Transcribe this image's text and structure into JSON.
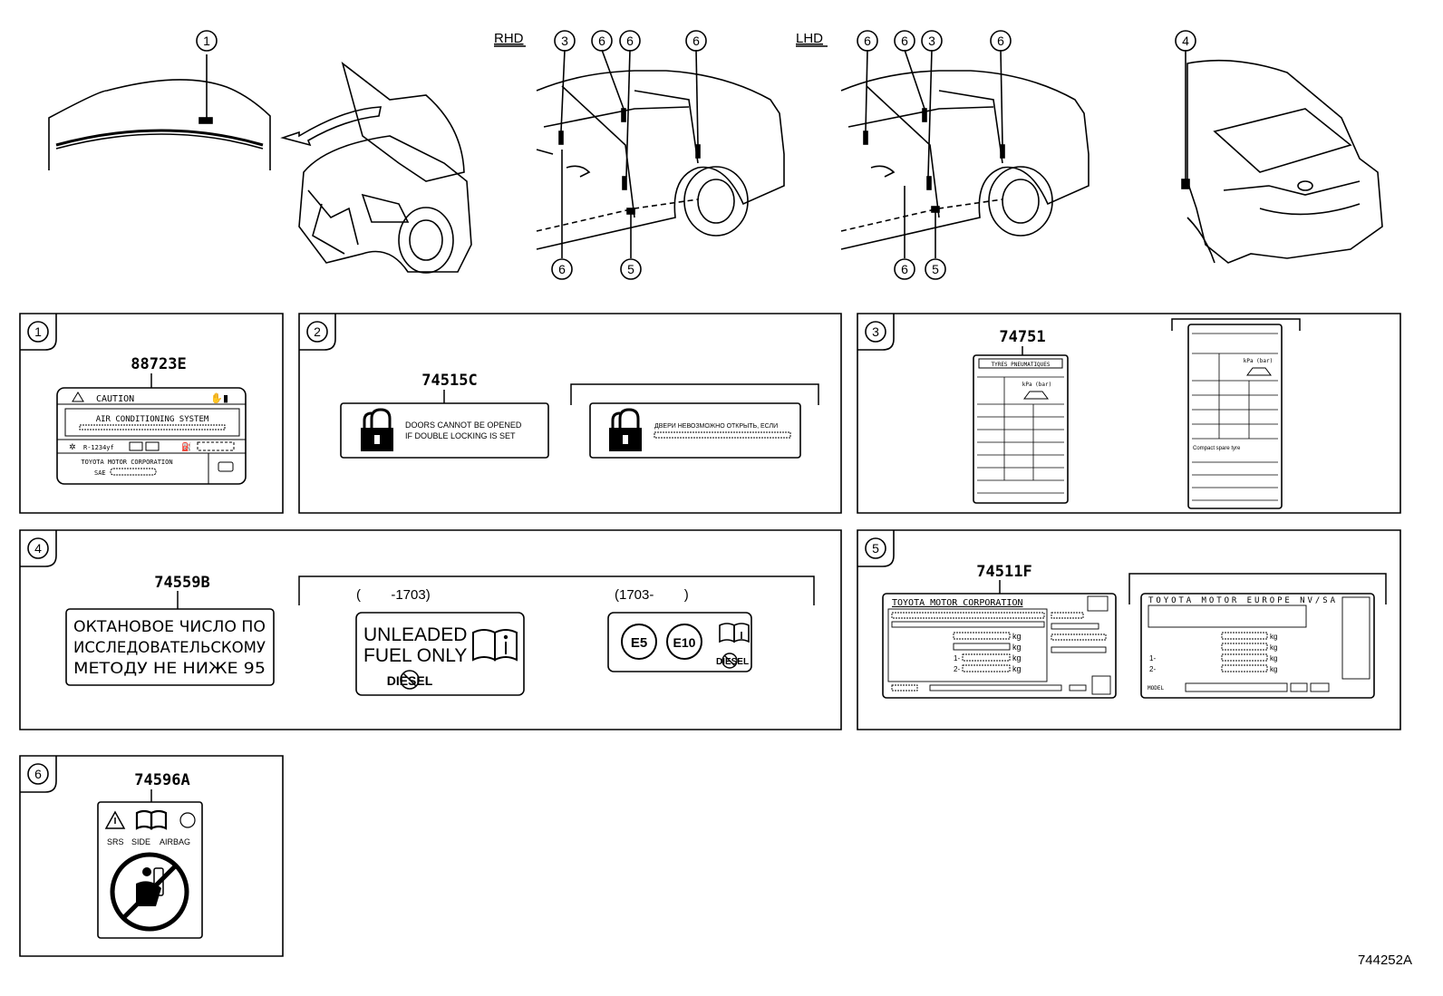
{
  "top": {
    "rhd_label": "RHD",
    "lhd_label": "LHD",
    "callouts": {
      "c1": "1",
      "c3": "3",
      "c4": "4",
      "c5": "5",
      "c6": "6"
    }
  },
  "panel1": {
    "num": "1",
    "part": "88723E",
    "caution": "CAUTION",
    "system": "AIR CONDITIONING SYSTEM",
    "refrigerant": "R-1234yf",
    "maker": "TOYOTA MOTOR CORPORATION",
    "sae": "SAE"
  },
  "panel2": {
    "num": "2",
    "part": "74515C",
    "line1": "DOORS CANNOT BE OPENED",
    "line2": "IF DOUBLE LOCKING IS SET",
    "ru_line": "ДВЕРИ НЕВОЗМОЖНО ОТКРЫТЬ, ЕСЛИ"
  },
  "panel3": {
    "num": "3",
    "part": "74751",
    "header": "TYRES PNEUMATIQUES",
    "unit": "kPa (bar)",
    "unit2": "kPa (bar)",
    "compact": "Compact spare tyre"
  },
  "panel4": {
    "num": "4",
    "part": "74559B",
    "ru1": "ОКТАНОВОЕ ЧИСЛО ПО",
    "ru2": "ИССЛЕДОВАТЕЛЬСКОМУ",
    "ru3": "МЕТОДУ НЕ НИЖЕ 95",
    "period1": "(        -1703)",
    "period2": "(1703-        )",
    "fuel1": "UNLEADED",
    "fuel2": "FUEL ONLY",
    "diesel": "DIESEL",
    "e5": "E5",
    "e10": "E10"
  },
  "panel5": {
    "num": "5",
    "part": "74511F",
    "maker1": "TOYOTA MOTOR CORPORATION",
    "maker2": "TOYOTA MOTOR EUROPE NV/SA",
    "kg": "kg",
    "axle1": "1-",
    "axle2": "2-",
    "model": "MODEL"
  },
  "panel6": {
    "num": "6",
    "part": "74596A",
    "srs": "SRS",
    "side": "SIDE",
    "airbag": "AIRBAG"
  },
  "footer": {
    "ref": "744252A"
  }
}
